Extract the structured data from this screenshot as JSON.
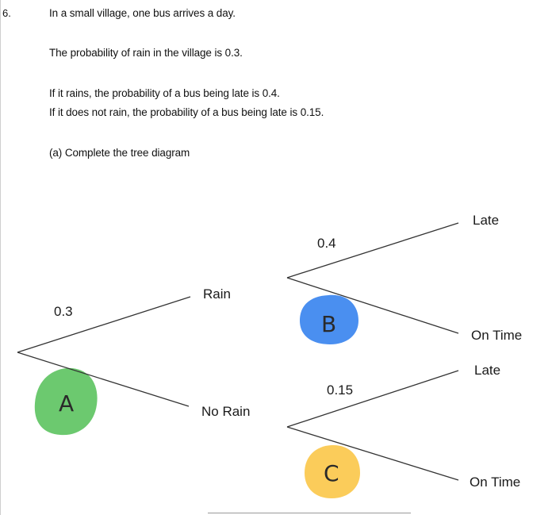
{
  "question": {
    "number": "6.",
    "lines": [
      "In a small village, one bus arrives a day.",
      "The probability of rain in the village is 0.3.",
      "If it rains, the probability of a bus being late is 0.4.",
      "If it does not rain, the probability of a bus being late is 0.15.",
      "(a)  Complete the tree diagram"
    ]
  },
  "tree": {
    "first_branch_prob": "0.3",
    "outcome_rain": "Rain",
    "outcome_no_rain": "No Rain",
    "rain_late_prob": "0.4",
    "no_rain_late_prob": "0.15",
    "rain_late": "Late",
    "rain_on_time": "On Time",
    "no_rain_late": "Late",
    "no_rain_on_time": "On Time"
  },
  "marks": {
    "a": {
      "letter": "A",
      "color": "#6cc96f"
    },
    "b": {
      "letter": "B",
      "color": "#4a8ff0"
    },
    "c": {
      "letter": "C",
      "color": "#fbcc5a"
    }
  }
}
